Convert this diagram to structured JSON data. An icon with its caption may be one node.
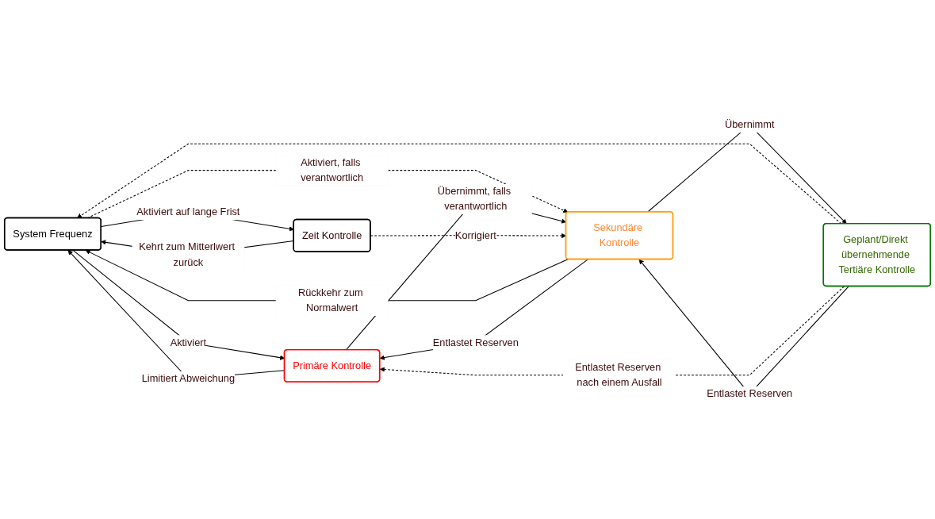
{
  "diagram": {
    "nodes": [
      {
        "text": [
          "System Frequenz"
        ]
      },
      {
        "text": [
          "Primäre Kontrolle"
        ]
      },
      {
        "text": [
          "Sekundäre Kontrolle"
        ]
      },
      {
        "text": [
          "Geplant/Direkt übernehmende Tertiäre Kontrolle"
        ]
      },
      {
        "text": [
          "Zeit Kontrolle"
        ]
      }
    ],
    "edges": [
      {
        "from": 4,
        "to": 0,
        "arrow": "to",
        "label": "Kehrt zum Mitterlwert zurück"
      },
      {
        "from": 2,
        "to": 0,
        "arrow": "to",
        "label": "Rückkehr zum Normalwert"
      },
      {
        "from": 3,
        "to": 0,
        "arrow": "to",
        "style": "dashed"
      },
      {
        "from": 1,
        "to": 0,
        "arrow": "to",
        "label": "Limitiert Abweichung"
      },
      {
        "from": 0,
        "to": 1,
        "arrow": "to",
        "label": "Aktiviert"
      },
      {
        "from": 3,
        "to": 1,
        "arrow": "to",
        "style": "dashed",
        "label": "Entlastet Reserven nach einem Ausfall"
      },
      {
        "from": 2,
        "to": 1,
        "arrow": "to",
        "label": "Entlastet Reserven"
      },
      {
        "from": 0,
        "to": 2,
        "arrow": "to",
        "style": "dashed",
        "label": "Aktiviert, falls verantwortlich"
      },
      {
        "from": 1,
        "to": 2,
        "arrow": "to",
        "label": "Übernimmt, falls verantwortlich"
      },
      {
        "from": 4,
        "to": 2,
        "arrow": "to",
        "style": "dashed",
        "label": "Korrigiert"
      },
      {
        "from": 3,
        "to": 2,
        "arrow": "to",
        "label": "Entlastet Reserven"
      },
      {
        "from": 2,
        "to": 3,
        "arrow": "to",
        "label": "Übernimmt"
      },
      {
        "from": 0,
        "to": 4,
        "arrow": "to",
        "label": "Aktiviert auf lange Frist"
      }
    ]
  }
}
